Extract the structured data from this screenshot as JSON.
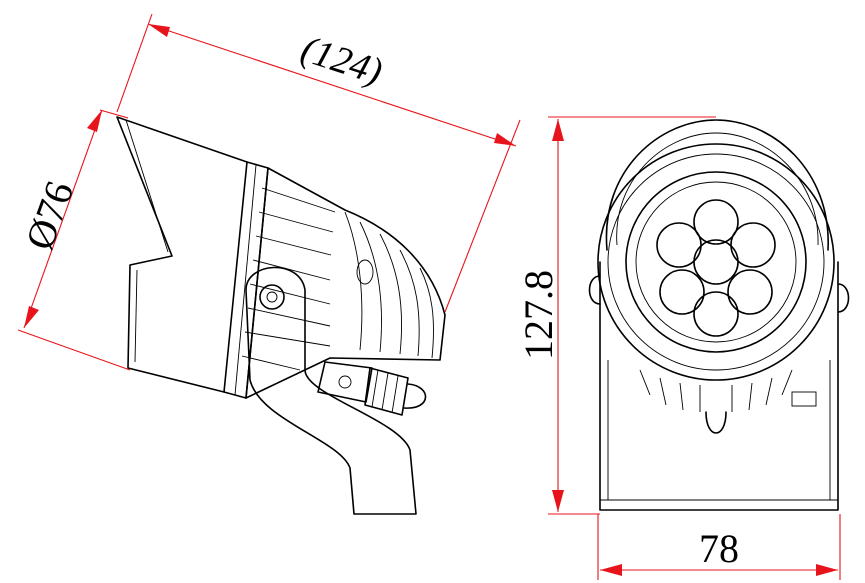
{
  "dimensions": {
    "length_label": "(124)",
    "diameter_label": "Ø76",
    "height_label": "127.8",
    "width_label": "78"
  },
  "colors": {
    "dimension_line": "#e8141b",
    "outline": "#000000",
    "background": "#ffffff"
  }
}
